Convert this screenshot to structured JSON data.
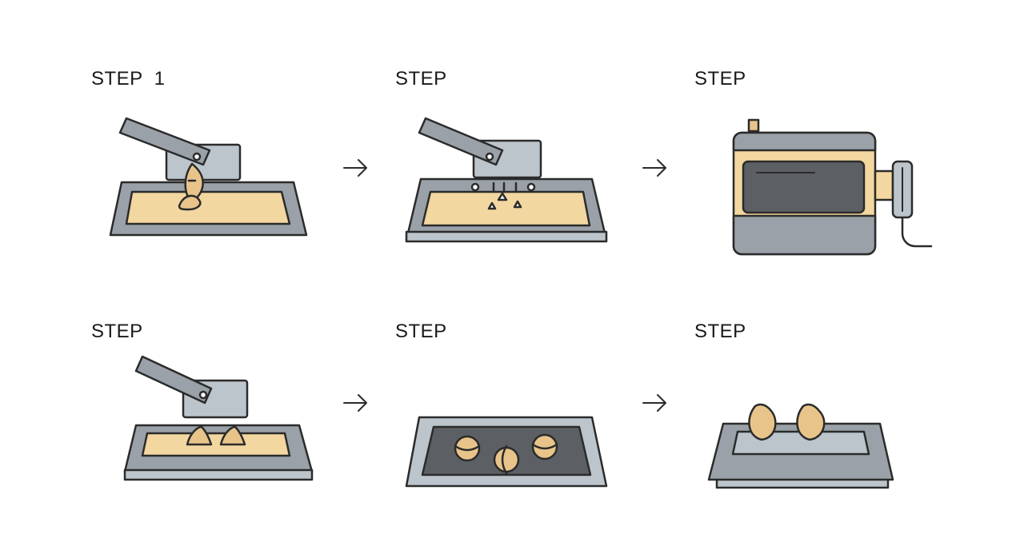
{
  "steps": [
    {
      "label": "STEP  1",
      "icon": "cleaver-cutting-dough-icon"
    },
    {
      "label": "STEP",
      "icon": "cleaver-portioning-dough-icon"
    },
    {
      "label": "STEP",
      "icon": "oven-machine-icon"
    },
    {
      "label": "STEP",
      "icon": "cleaver-shaping-dumplings-icon"
    },
    {
      "label": "STEP",
      "icon": "tray-with-dumplings-icon"
    },
    {
      "label": "STEP",
      "icon": "finished-dumplings-on-tray-icon"
    }
  ],
  "colors": {
    "outline": "#2b2b2b",
    "metal": "#9aa1a8",
    "metal_light": "#bcc5cc",
    "dough": "#f3d7a0",
    "dumpling": "#e8c48a",
    "dark_panel": "#5c5f63"
  },
  "arrow_icon": "right-arrow-icon"
}
